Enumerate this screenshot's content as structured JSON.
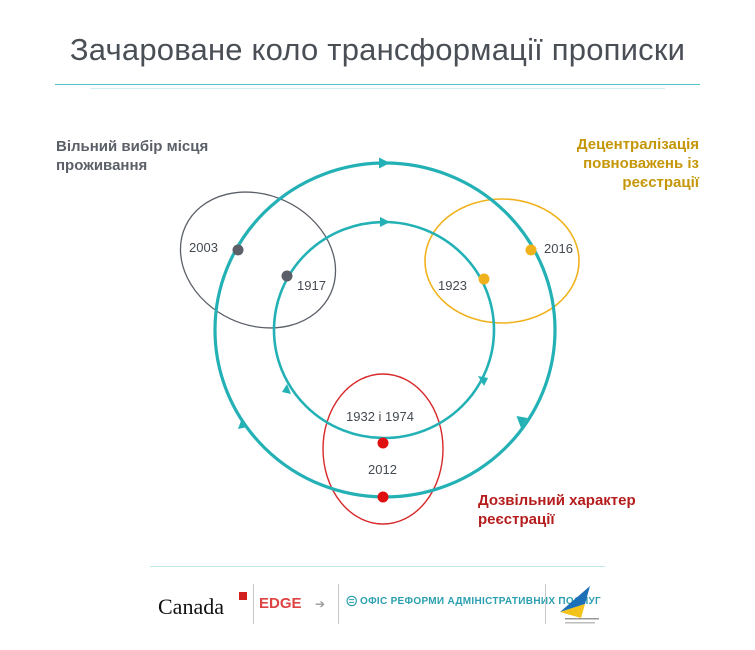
{
  "title": "Зачароване коло трансформації прописки",
  "annotations": {
    "free_choice": [
      "Вільний вибір місця",
      "проживання"
    ],
    "decentralization": [
      "Децентралізація",
      "повноважень із",
      "реєстрації"
    ],
    "permissive": [
      "Дозвільний характер",
      "реєстрації"
    ]
  },
  "years": {
    "y2003": "2003",
    "y1917": "1917",
    "y1923": "1923",
    "y2016": "2016",
    "y1932_1974": "1932 і 1974",
    "y2012": "2012"
  },
  "colors": {
    "teal": "#23b1b5",
    "gray": "#5b6068",
    "orange": "#f0b21c",
    "red": "#d8282a"
  },
  "footer": {
    "canada": "Canada",
    "edge": "EDGE",
    "office": "ОФІС РЕФОРМИ АДМІНІСТРАТИВНИХ ПОСЛУГ"
  }
}
